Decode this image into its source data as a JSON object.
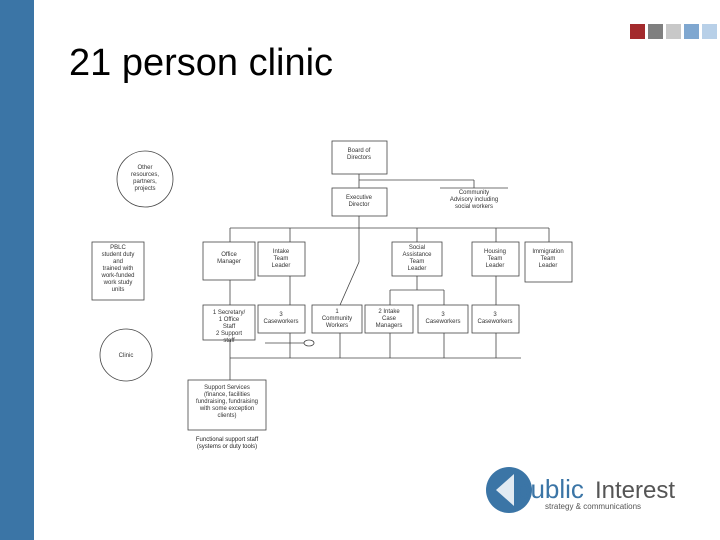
{
  "title": "21 person clinic",
  "accent_squares": [
    "#a32a2c",
    "#7f7f7f",
    "#c8c8c8",
    "#7fa7d0",
    "#b8d0e8"
  ],
  "nodes": {
    "board": [
      "Board of",
      "Directors"
    ],
    "executive": [
      "Executive",
      "Director"
    ],
    "community_advisory": [
      "Community",
      "Advisory including",
      "social workers"
    ],
    "office_manager": [
      "Office",
      "Manager"
    ],
    "intake_team": [
      "Intake",
      "Team",
      "Leader"
    ],
    "social_assistance": [
      "Social",
      "Assistance",
      "Team",
      "Leader"
    ],
    "housing_team": [
      "Housing",
      "Team",
      "Leader"
    ],
    "immigration_team": [
      "Immigration",
      "Team",
      "Leader"
    ],
    "secretaries": [
      "1 Secretary/",
      "1 Office",
      "Staff",
      "2 Support",
      "staff"
    ],
    "caseworkers_a": [
      "3",
      "Caseworkers"
    ],
    "community_workers": [
      "1",
      "Community",
      "Workers"
    ],
    "case_managers": [
      "2 Intake",
      "Case",
      "Managers"
    ],
    "caseworkers_b": [
      "3",
      "Caseworkers"
    ],
    "caseworkers_c": [
      "3",
      "Caseworkers"
    ],
    "other_resources": [
      "Other",
      "resources,",
      "partners,",
      "projects"
    ],
    "pblc": [
      "PBLC",
      "student duty",
      "and",
      "trained with",
      "work-funded",
      "work study",
      "units"
    ],
    "clinic": [
      "Clinic"
    ],
    "support_services": [
      "Support Services",
      "(finance, facilities",
      "fundraising, fundraising",
      "with some exception",
      "clients)"
    ],
    "functional_caption": [
      "Functional support staff",
      "(systems or duty tools)"
    ]
  },
  "logo": {
    "brand_public": "public",
    "brand_interest": "Interest",
    "tagline": "strategy & communications",
    "colors": {
      "public": "#3b75a6",
      "interest": "#555555",
      "circle": "#3b75a6"
    }
  }
}
